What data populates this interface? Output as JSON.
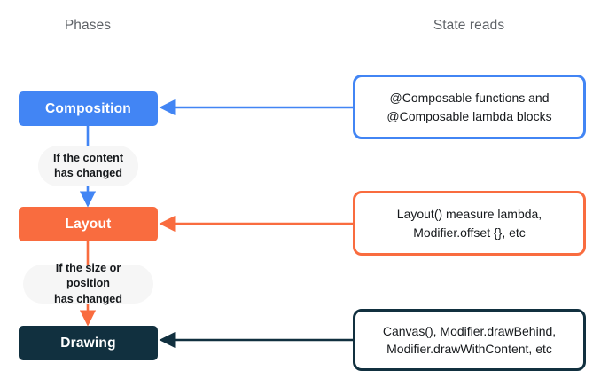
{
  "headings": {
    "phases": "Phases",
    "state_reads": "State reads"
  },
  "colors": {
    "composition": "#4285f4",
    "layout": "#f96c3f",
    "drawing": "#11303f",
    "heading_text": "#5f6368",
    "pill_bg": "#f6f6f6",
    "page_bg": "#ffffff"
  },
  "phases": [
    {
      "id": "composition",
      "label": "Composition",
      "color": "#4285f4"
    },
    {
      "id": "layout",
      "label": "Layout",
      "color": "#f96c3f"
    },
    {
      "id": "drawing",
      "label": "Drawing",
      "color": "#11303f"
    }
  ],
  "conditions": [
    {
      "id": "content",
      "line1": "If the content",
      "line2": "has changed"
    },
    {
      "id": "size",
      "line1": "If the size or position",
      "line2": "has changed"
    }
  ],
  "state_reads": [
    {
      "id": "composition",
      "line1": "@Composable functions and",
      "line2": "@Composable lambda blocks",
      "color": "#4285f4"
    },
    {
      "id": "layout",
      "line1": "Layout() measure lambda,",
      "line2": "Modifier.offset {}, etc",
      "color": "#f96c3f"
    },
    {
      "id": "drawing",
      "line1": "Canvas(), Modifier.drawBehind,",
      "line2": "Modifier.drawWithContent, etc",
      "color": "#11303f"
    }
  ]
}
